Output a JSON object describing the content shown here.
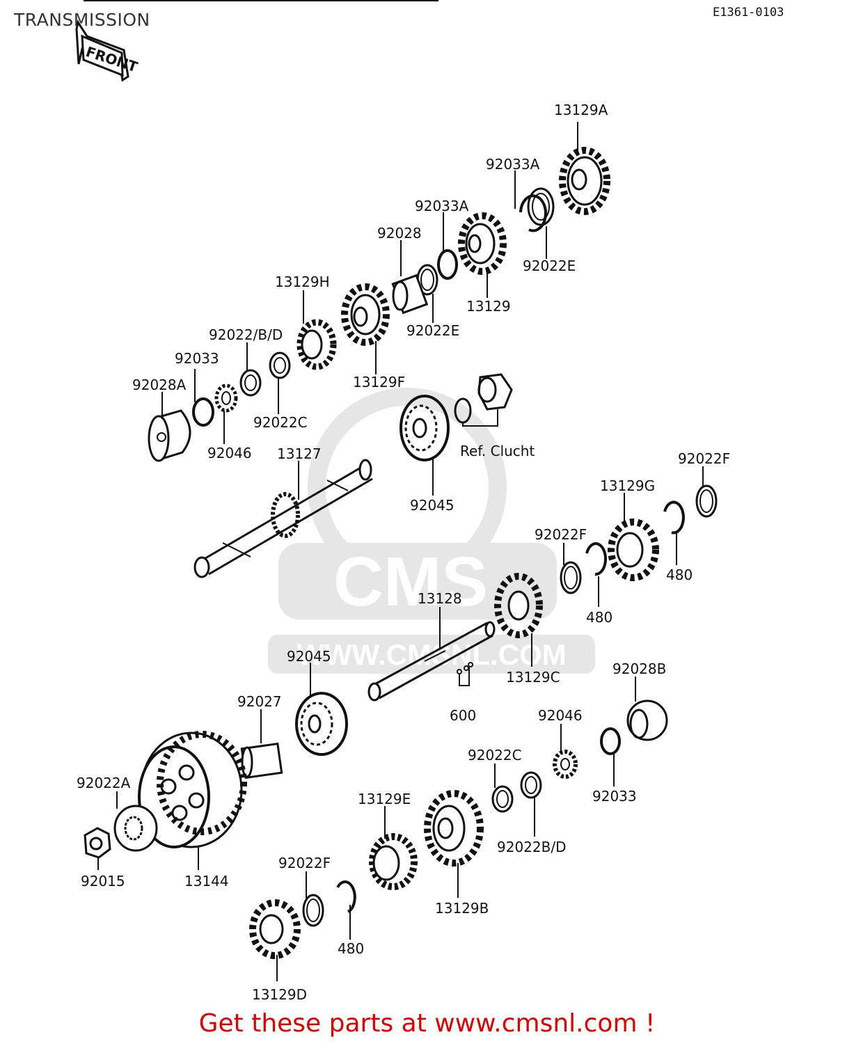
{
  "page": {
    "title": "TRANSMISSION",
    "diagram_id": "E1361-0103",
    "front_marker": "FRONT"
  },
  "watermark": {
    "brand": "CMS",
    "url": "WWW.CMSNL.COM"
  },
  "parts": {
    "p13129A": "13129A",
    "p92033A_1": "92033A",
    "p92033A_2": "92033A",
    "p92028": "92028",
    "p13129H": "13129H",
    "p92022E_1": "92022E",
    "p13129": "13129",
    "p92022E_2": "92022E",
    "p92022BD_1": "92022/B/D",
    "p92033_1": "92033",
    "p92028A": "92028A",
    "p13129F": "13129F",
    "p92022C_1": "92022C",
    "p92046_1": "92046",
    "p13127": "13127",
    "ref_clutch": "Ref. Clucht",
    "p92022F_1": "92022F",
    "p13129G": "13129G",
    "p92045_1": "92045",
    "p92022F_2": "92022F",
    "p480_1": "480",
    "p480_2": "480",
    "p13128": "13128",
    "p92045_2": "92045",
    "p13129C": "13129C",
    "p92028B": "92028B",
    "p92027": "92027",
    "p600": "600",
    "p92046_2": "92046",
    "p92022C_2": "92022C",
    "p92022A": "92022A",
    "p13129E": "13129E",
    "p92033_2": "92033",
    "p92022BD_2": "92022B/D",
    "p92015": "92015",
    "p13144": "13144",
    "p92022F_3": "92022F",
    "p13129B": "13129B",
    "p480_3": "480",
    "p13129D": "13129D"
  },
  "footer": {
    "text": "Get these parts at www.cmsnl.com !"
  },
  "colors": {
    "footer": "#e00000",
    "line": "#111111",
    "watermark": "#e6e6e6"
  }
}
